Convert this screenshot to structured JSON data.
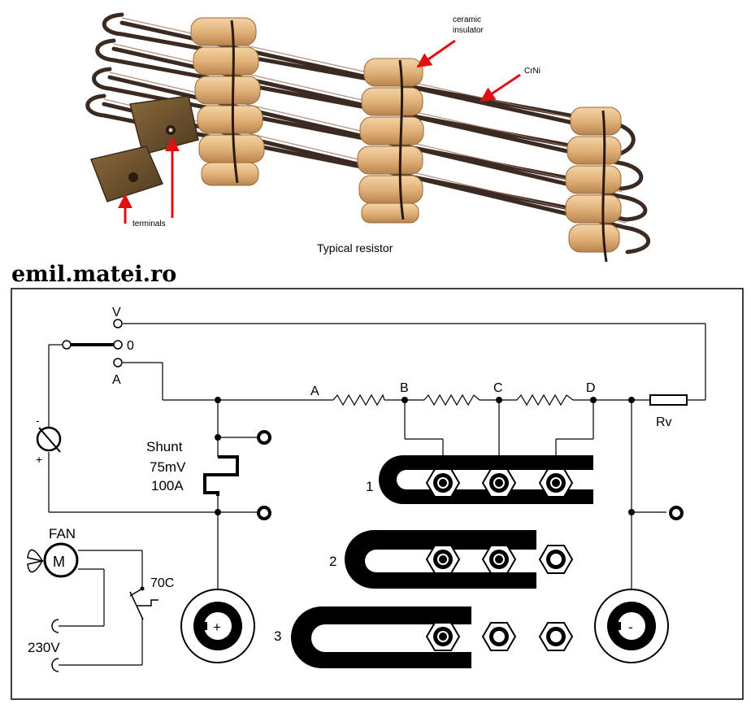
{
  "photo": {
    "label_ceramic_line1": "ceramic",
    "label_ceramic_line2": "insulator",
    "label_crni": "CrNi",
    "label_terminals": "terminals",
    "caption": "Typical resistor"
  },
  "site": "emil.matei.ro",
  "switch": {
    "pos_v": "V",
    "pos_0": "0",
    "pos_a": "A"
  },
  "meter": {
    "minus": "-",
    "plus": "+"
  },
  "shunt": {
    "line1": "Shunt",
    "line2": "75mV",
    "line3": "100A"
  },
  "taps": {
    "a": "A",
    "b": "B",
    "c": "C",
    "d": "D"
  },
  "rv": "Rv",
  "fan": {
    "label": "FAN",
    "motor": "M",
    "thermostat": "70C",
    "mains": "230V"
  },
  "rows": {
    "r1": "1",
    "r2": "2",
    "r3": "3"
  },
  "terminals": {
    "plus": "+",
    "minus": "-"
  },
  "colors": {
    "arrow": "#dd1111",
    "ink": "#000000",
    "ceramic": "#e2b27a",
    "wire": "#3a2a22"
  }
}
